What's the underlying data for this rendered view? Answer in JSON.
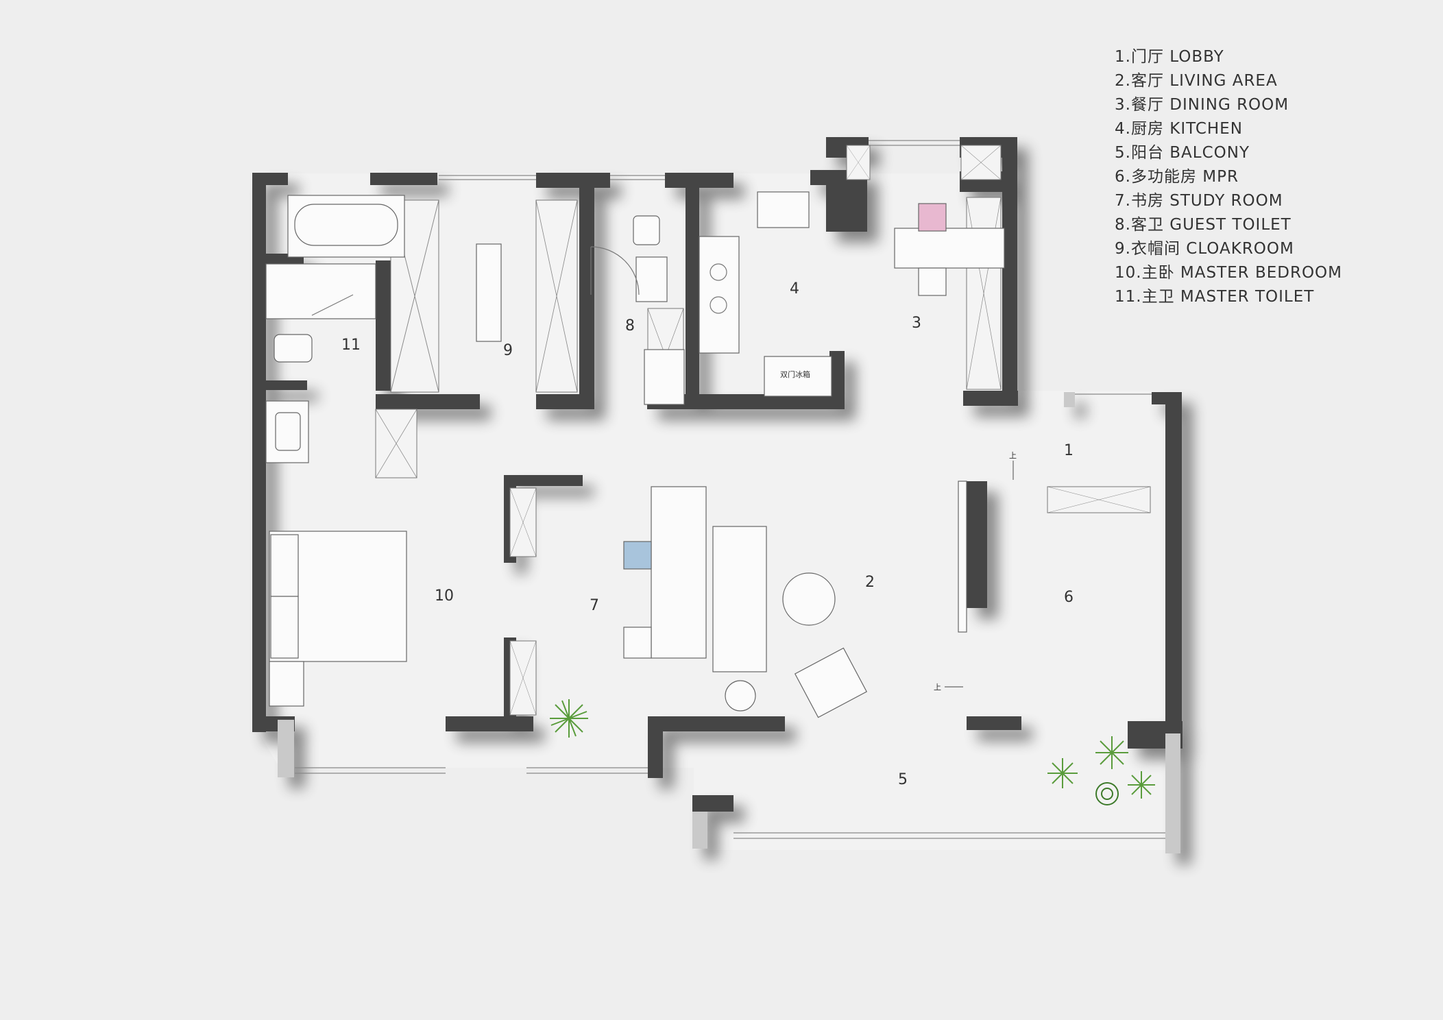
{
  "legend": [
    "1.门厅 LOBBY",
    "2.客厅 LIVING AREA",
    "3.餐厅 DINING ROOM",
    "4.厨房 KITCHEN",
    "5.阳台 BALCONY",
    "6.多功能房 MPR",
    "7.书房 STUDY ROOM",
    "8.客卫 GUEST TOILET",
    "9.衣帽间 CLOAKROOM",
    "10.主卧 MASTER BEDROOM",
    "11.主卫 MASTER TOILET"
  ],
  "rooms": {
    "r1": "1",
    "r2": "2",
    "r3": "3",
    "r4": "4",
    "r5": "5",
    "r6": "6",
    "r7": "7",
    "r8": "8",
    "r9": "9",
    "r10": "10",
    "r11": "11"
  },
  "annotations": {
    "up_1": "上",
    "up_2": "上",
    "kitchen_label": "双门冰箱"
  },
  "colors": {
    "wall": "#454545",
    "dining_chair": "#e8b8d0",
    "study_chair": "#a8c4dc",
    "plant": "#5a9c3c"
  }
}
